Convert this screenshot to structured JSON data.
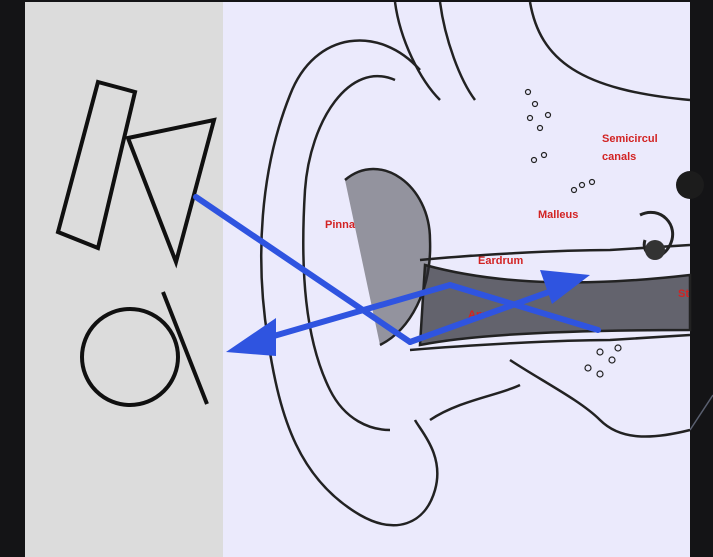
{
  "diagram": {
    "labels": {
      "semicircular": "Semicircul",
      "canals": "canals",
      "pinna": "Pinna",
      "malleus": "Malleus",
      "eardrum": "Eardrum",
      "anvil": "Anv",
      "stapes": "St"
    },
    "colors": {
      "page_background": "#141416",
      "left_panel": "#dcdcdc",
      "ear_background": "#ebeafc",
      "label_red": "#d22323",
      "arrow_blue": "#2f54e0",
      "ink": "#101010"
    },
    "icons": [
      "speaker-icon",
      "phonetic-a-icon",
      "sound-in-arrow-icon",
      "sound-out-arrow-icon"
    ]
  }
}
